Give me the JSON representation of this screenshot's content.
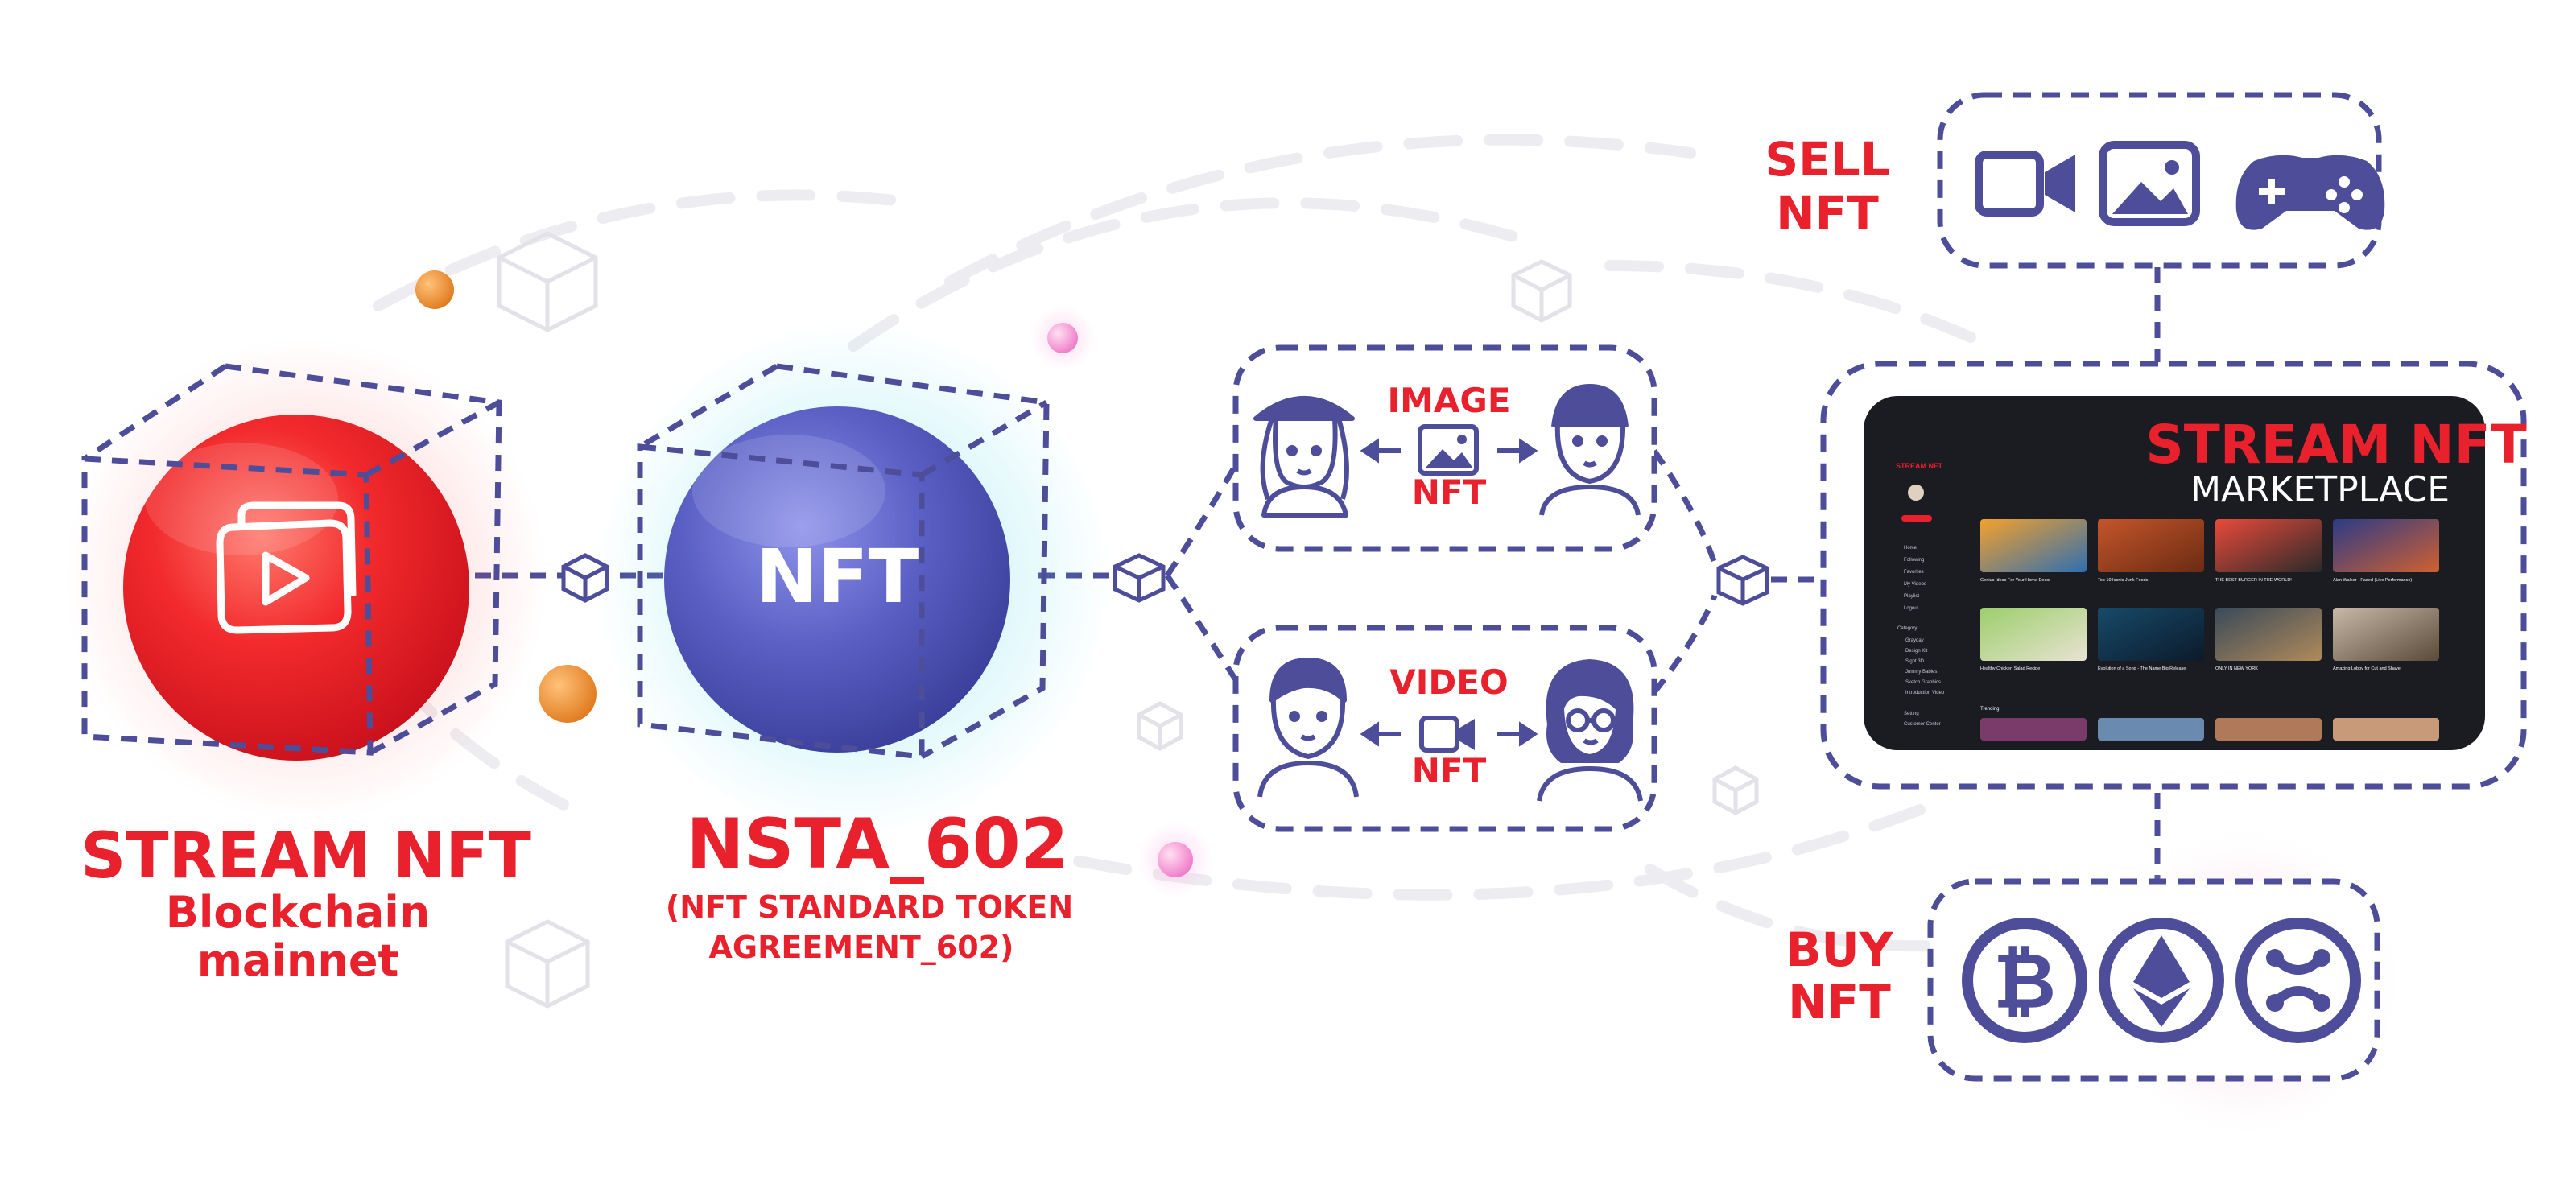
{
  "colors": {
    "accent_red": "#e8212c",
    "accent_blue": "#4d4d9a",
    "mainnet_sphere": "#ef2b2e",
    "nft_sphere": "#5a5fbf",
    "dark_panel": "#1b1b22"
  },
  "mainnet": {
    "title": "STREAM NFT",
    "subtitle_line1": "Blockchain",
    "subtitle_line2": "mainnet",
    "icon": "play-folder-icon"
  },
  "standard": {
    "sphere_label": "NFT",
    "title": "NSTA_602",
    "subtitle_line1": "(NFT STANDARD TOKEN",
    "subtitle_line2": "AGREEMENT_602)"
  },
  "image_nft": {
    "label_line1": "IMAGE",
    "label_line2": "NFT",
    "icons": [
      "woman-hat-avatar-icon",
      "image-icon",
      "man-avatar-icon"
    ]
  },
  "video_nft": {
    "label_line1": "VIDEO",
    "label_line2": "NFT",
    "icons": [
      "man-avatar-icon",
      "video-camera-icon",
      "woman-glasses-avatar-icon"
    ]
  },
  "sell": {
    "label_line1": "SELL",
    "label_line2": "NFT",
    "icons": [
      "video-camera-icon",
      "image-icon",
      "gamepad-icon"
    ]
  },
  "buy": {
    "label_line1": "BUY",
    "label_line2": "NFT",
    "icons": [
      "bitcoin-icon",
      "ethereum-icon",
      "ripple-icon"
    ]
  },
  "marketplace": {
    "title_line1": "STREAM NFT",
    "title_line2": "MARKETPLACE",
    "brand": "STREAM NFT",
    "sidebar_items": [
      "Home",
      "Following",
      "Favorites",
      "My Videos",
      "Playlist",
      "Logout"
    ],
    "categories_heading": "Category",
    "categories": [
      "Grayday",
      "Design Kit",
      "Sight 3D",
      "Jummy Babies",
      "Sketch Graphics",
      "Introduction Video"
    ],
    "footer_items": [
      "Setting",
      "Customer Center"
    ],
    "videos_row1": [
      "Genius Ideas For Your Home Decor",
      "Top 10 Iconic Junk Foods",
      "THE BEST BURGER IN THE WORLD!",
      "Alan Walker - Faded (Live Performance)"
    ],
    "videos_row2": [
      "Healthy Chicken Salad Recipe",
      "Evolution of a Song - The Name Big Release",
      "ONLY IN NEW YORK",
      "Amazing Lobby for Cut and Shave"
    ],
    "trending_label": "Trending"
  }
}
